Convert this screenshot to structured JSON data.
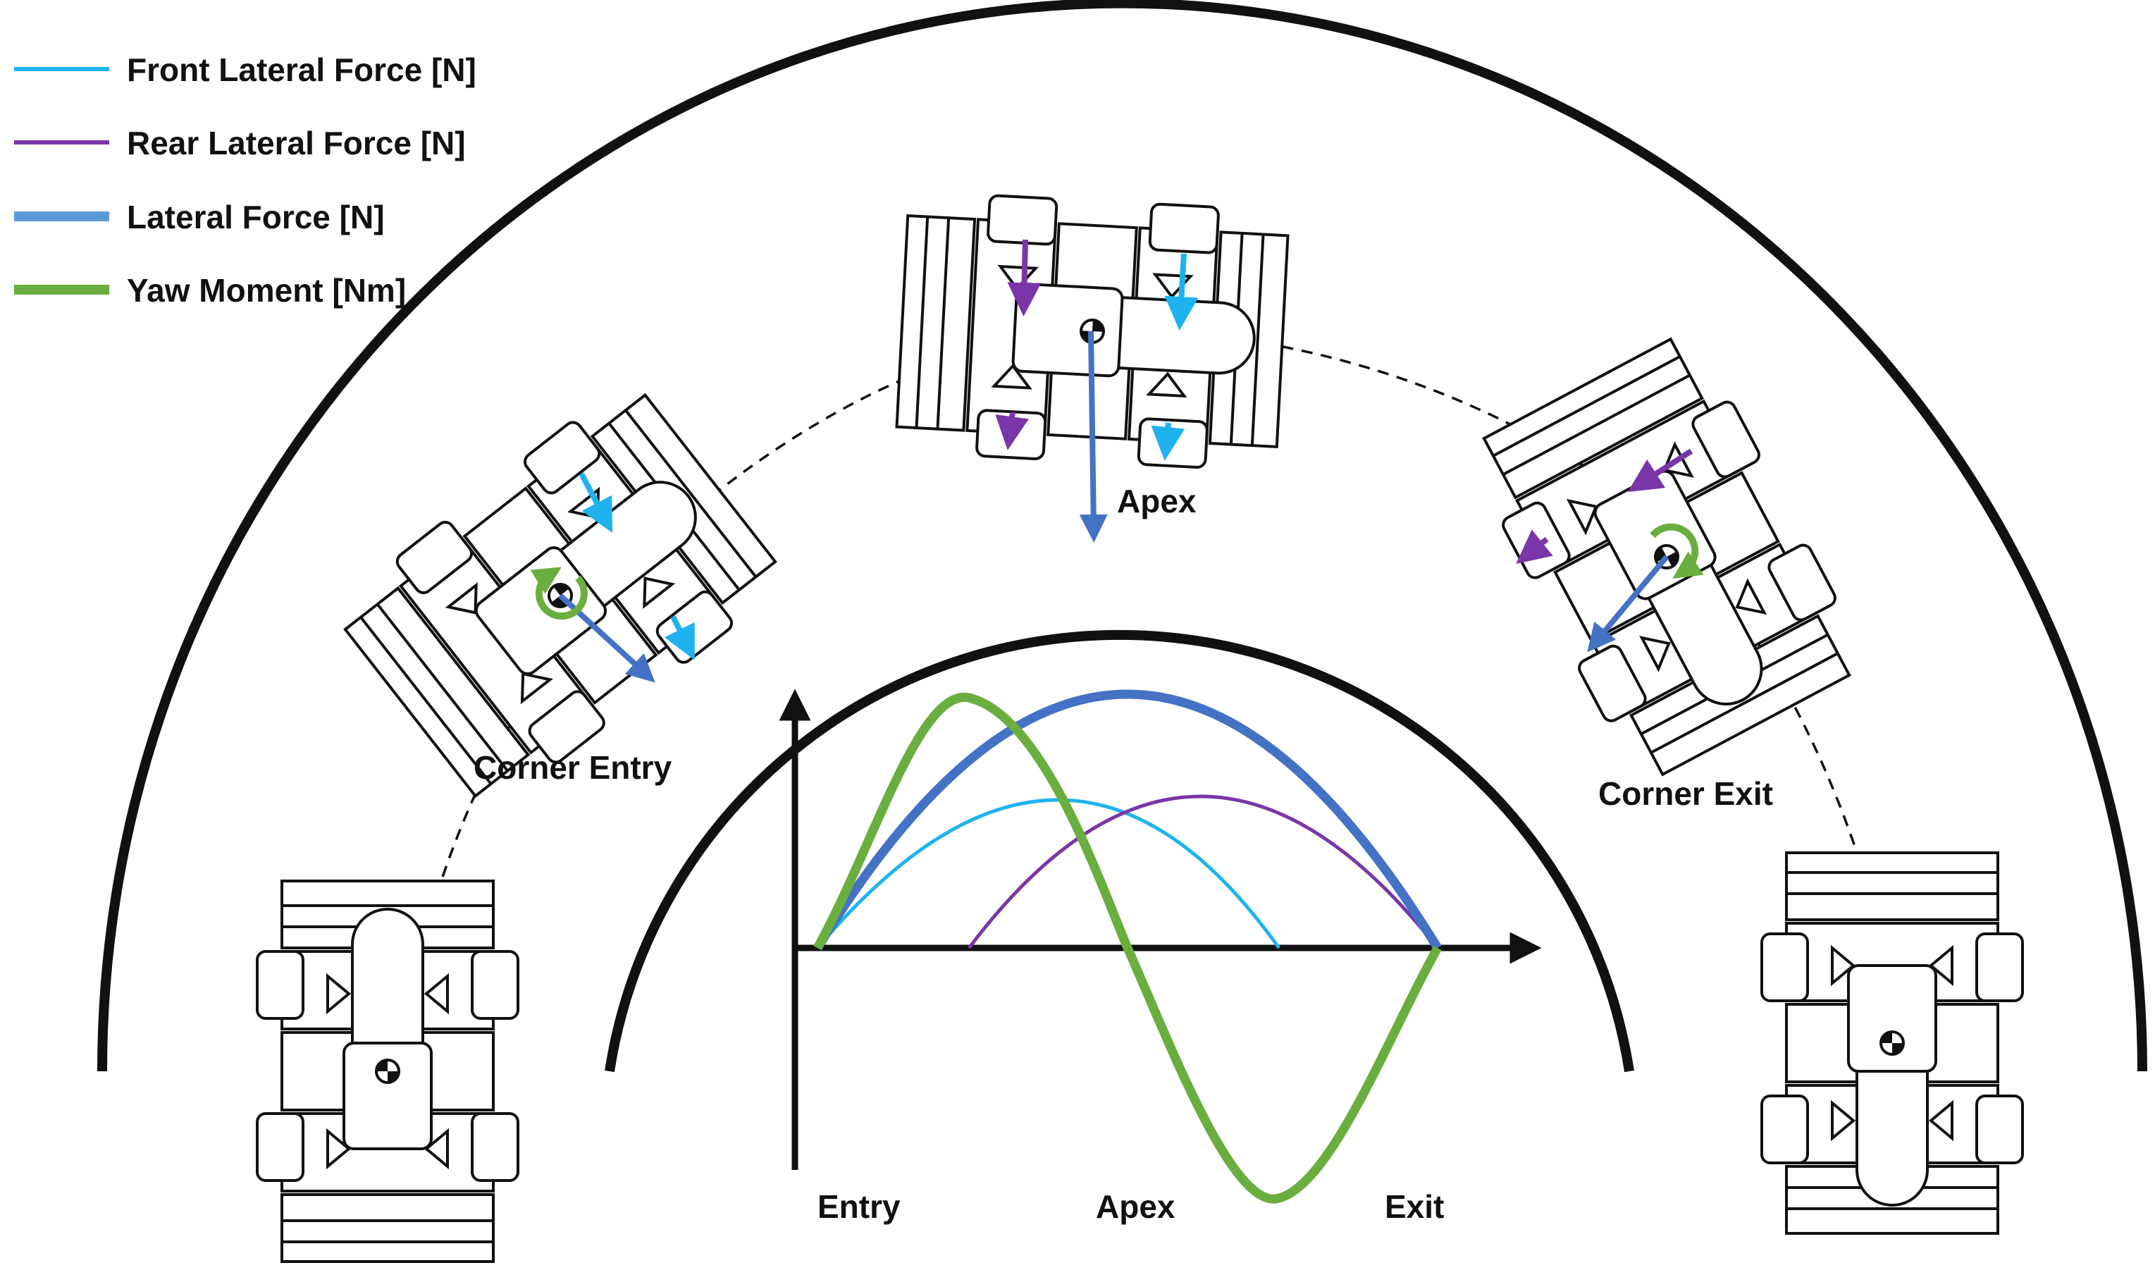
{
  "colors": {
    "front_lateral_force": "#1EB3EE",
    "rear_lateral_force": "#7A36A8",
    "lateral_force": "#4472C4",
    "yaw_moment": "#6AAE3F",
    "ink": "#111111"
  },
  "legend": [
    {
      "label": "Front Lateral Force [N]",
      "color": "#1EB3EE",
      "weight": "thin"
    },
    {
      "label": "Rear Lateral Force [N]",
      "color": "#7A36A8",
      "weight": "thin"
    },
    {
      "label": "Lateral Force [N]",
      "color": "#5B9BD5",
      "weight": "thick"
    },
    {
      "label": "Yaw Moment [Nm]",
      "color": "#6AAE3F",
      "weight": "thick"
    }
  ],
  "stages": {
    "entry": "Corner Entry",
    "apex": "Apex",
    "exit": "Corner Exit"
  },
  "chart_axis": {
    "entry": "Entry",
    "apex": "Apex",
    "exit": "Exit"
  },
  "icons": [
    "cg-marker-icon",
    "yaw-rotation-icon",
    "force-arrow-icon"
  ]
}
